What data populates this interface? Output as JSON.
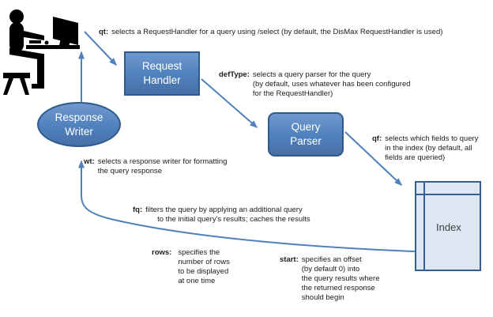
{
  "colors": {
    "node_fill": "#4f81bd",
    "node_border": "#2f5a8c",
    "index_fill": "#dde6f2",
    "index_border": "#365f91",
    "arrow": "#4f81bd",
    "annotation_text": "#1c1c1c",
    "node_text": "#ffffff",
    "person_icon": "#000000"
  },
  "icons": {
    "user": "user-at-computer-icon"
  },
  "nodes": {
    "request_handler": {
      "label": "Request Handler"
    },
    "query_parser": {
      "label": "Query Parser"
    },
    "response_writer": {
      "label": "Response Writer"
    },
    "index": {
      "label": "Index"
    }
  },
  "annotations": {
    "qt": {
      "keyword": "qt:",
      "lines": [
        "selects a RequestHandler for a query using /select (by default, the DisMax RequestHandler is used)"
      ]
    },
    "defType": {
      "keyword": "defType:",
      "lines": [
        "selects a query parser for the query",
        "(by default, uses whatever has been configured",
        "for the RequestHandler)"
      ]
    },
    "qf": {
      "keyword": "qf:",
      "lines": [
        "selects which fields to query",
        "in the index (by default, all",
        "fields are queried)"
      ]
    },
    "wt": {
      "keyword": "wt:",
      "lines": [
        "selects a response writer for formatting",
        "the query response"
      ]
    },
    "fq": {
      "keyword": "fq:",
      "lines": [
        "filters the query by applying an additional query",
        "to the initial query's results; caches the results"
      ]
    },
    "rows": {
      "keyword": "rows:",
      "lines": [
        "specifies the",
        "number of rows",
        "to be displayed",
        "at one time"
      ]
    },
    "start": {
      "keyword": "start:",
      "lines": [
        "specifies an offset",
        "(by default 0) into",
        "the query results where",
        "the returned response",
        "should begin"
      ]
    }
  }
}
